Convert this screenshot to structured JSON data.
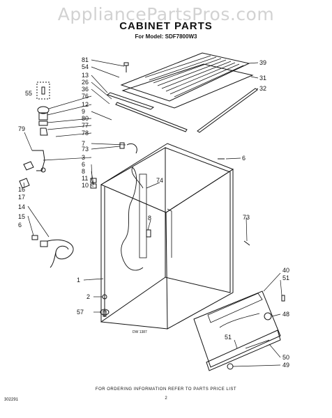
{
  "watermark": "AppliancePartsPros.com",
  "title": "CABINET PARTS",
  "subtitle": "For Model: SDF7800W3",
  "drawing_code": "DW 1387",
  "footer_note": "FOR ORDERING INFORMATION REFER TO PARTS PRICE LIST",
  "page_number": "2",
  "doc_code": "302291",
  "callouts": [
    "81",
    "54",
    "13",
    "26",
    "36",
    "76",
    "12",
    "9",
    "80",
    "77",
    "78",
    "55",
    "79",
    "7",
    "73",
    "3",
    "6",
    "8",
    "11",
    "10",
    "16",
    "17",
    "14",
    "15",
    "6",
    "39",
    "31",
    "32",
    "6",
    "74",
    "8",
    "73",
    "1",
    "2",
    "57",
    "40",
    "51",
    "48",
    "51",
    "50",
    "49"
  ]
}
